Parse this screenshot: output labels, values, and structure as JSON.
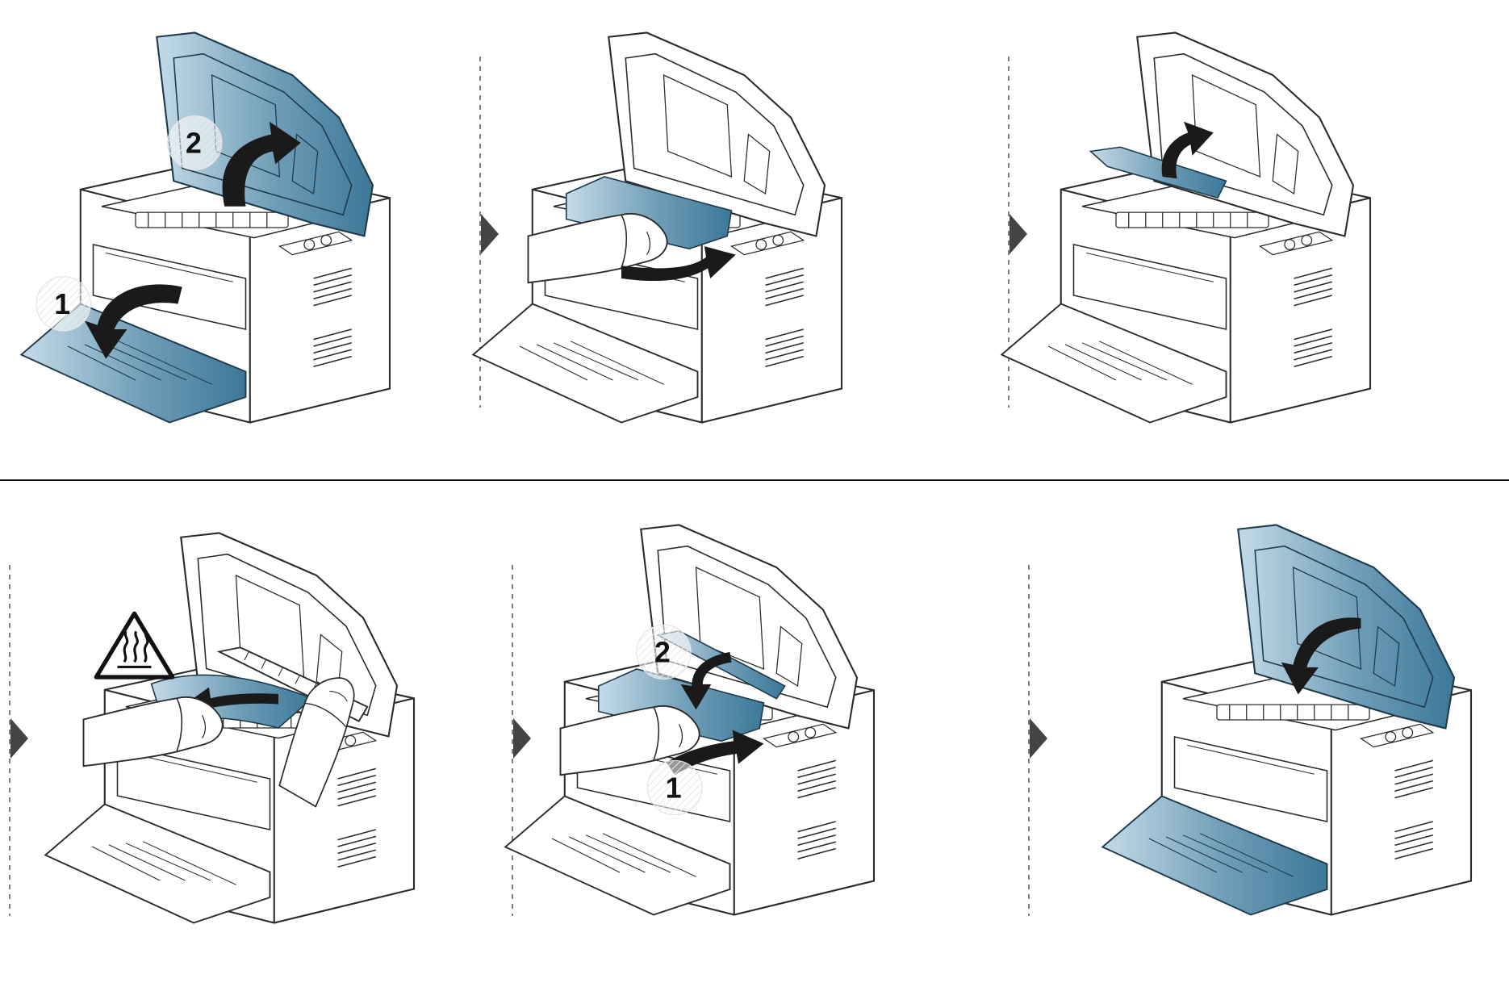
{
  "figure": {
    "rows": 2,
    "panels_per_row": 3,
    "colors": {
      "line": "#2b2b2b",
      "accent_light": "#c4dbe8",
      "accent_mid": "#6f9db7",
      "accent_dark": "#3c7898",
      "divider": "#111111",
      "dashed": "#555555",
      "arrow": "#1a1a1a"
    }
  },
  "panels": [
    {
      "id": "panel-1",
      "step_labels": [
        "1",
        "2"
      ],
      "icons": [
        "tray-open-arrow-icon",
        "lid-open-arrow-icon"
      ]
    },
    {
      "id": "panel-2",
      "step_labels": [],
      "icons": [
        "hand-icon",
        "pull-out-arrow-icon"
      ]
    },
    {
      "id": "panel-3",
      "step_labels": [],
      "icons": [
        "lift-guide-arrow-icon"
      ]
    },
    {
      "id": "panel-4",
      "step_labels": [],
      "icons": [
        "hot-surface-warning-icon",
        "hands-icon",
        "pull-paper-arrow-icon"
      ]
    },
    {
      "id": "panel-5",
      "step_labels": [
        "2",
        "1"
      ],
      "icons": [
        "hand-icon",
        "push-in-arrow-icon",
        "close-guide-arrow-icon"
      ]
    },
    {
      "id": "panel-6",
      "step_labels": [],
      "icons": [
        "lid-close-arrow-icon"
      ]
    }
  ]
}
